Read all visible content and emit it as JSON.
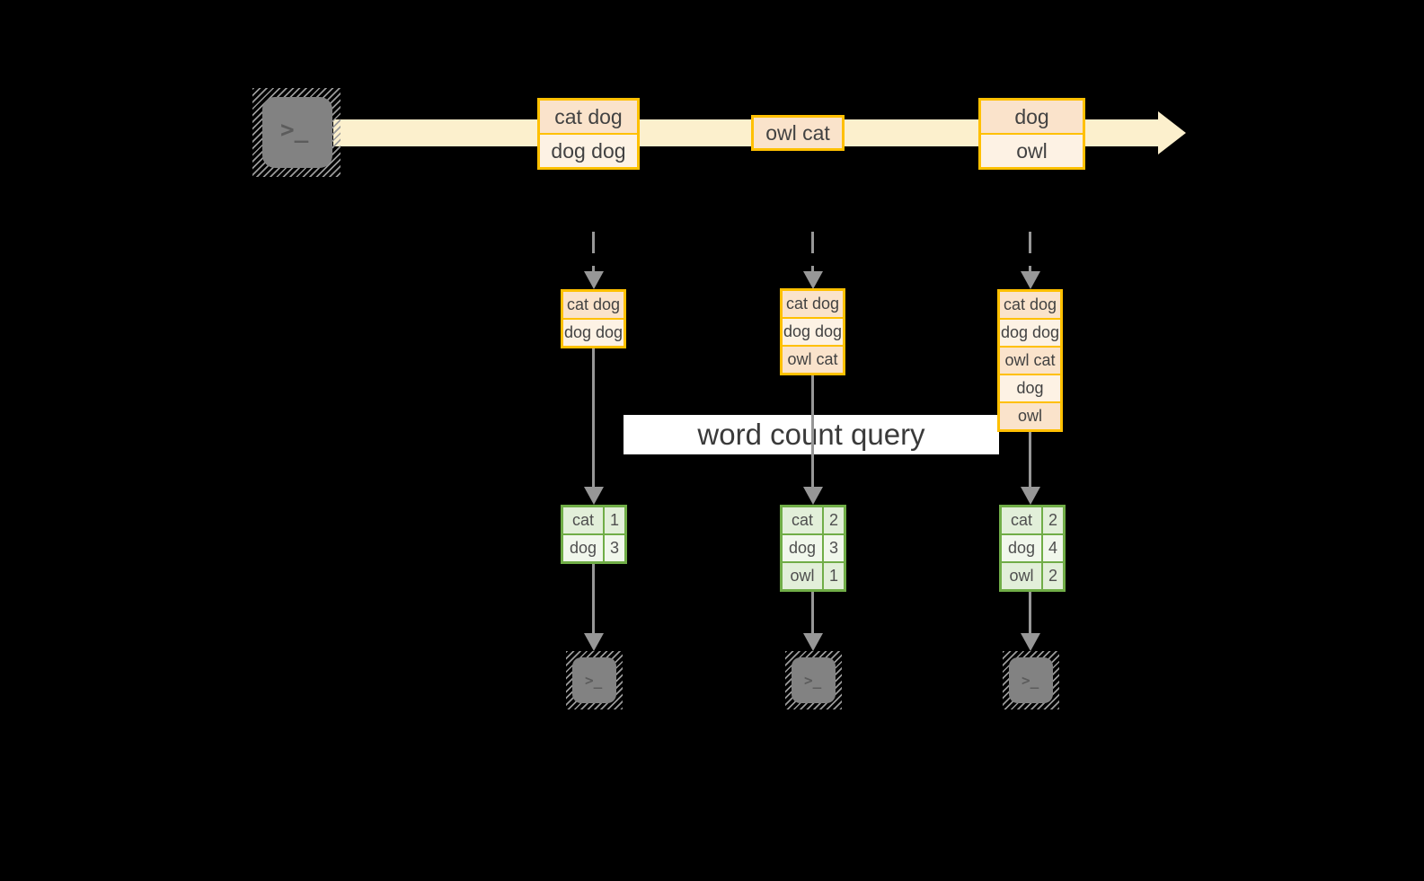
{
  "diagram": {
    "terminal_glyph": ">_",
    "banner": {
      "label": "word count query"
    },
    "colors": {
      "bg": "#000000",
      "gold": "#FFC000",
      "peach": "#FAE3CB",
      "cream": "#FDF2E4",
      "band": "#FCF0CD",
      "green": "#70AD47",
      "green_row_a": "#E2EFD9",
      "green_row_b": "#F1F7EC",
      "gray_arrow": "#979797",
      "term_gray": "#828282",
      "term_glyph": "#5C5C5C",
      "ink": "#424242",
      "banner_bg": "#FFFFFF",
      "banner_ink": "#3A3A3A"
    },
    "stream": {
      "messages": [
        {
          "lines": [
            "cat dog",
            "dog dog"
          ]
        },
        {
          "lines": [
            "owl cat"
          ]
        },
        {
          "lines": [
            "dog",
            "owl"
          ]
        }
      ]
    },
    "columns": [
      {
        "buffer": [
          "cat dog",
          "dog dog"
        ],
        "counts": [
          {
            "word": "cat",
            "count": 1
          },
          {
            "word": "dog",
            "count": 3
          }
        ]
      },
      {
        "buffer": [
          "cat dog",
          "dog dog",
          "owl cat"
        ],
        "counts": [
          {
            "word": "cat",
            "count": 2
          },
          {
            "word": "dog",
            "count": 3
          },
          {
            "word": "owl",
            "count": 1
          }
        ]
      },
      {
        "buffer": [
          "cat dog",
          "dog dog",
          "owl cat",
          "dog",
          "owl"
        ],
        "counts": [
          {
            "word": "cat",
            "count": 2
          },
          {
            "word": "dog",
            "count": 4
          },
          {
            "word": "owl",
            "count": 2
          }
        ]
      }
    ]
  }
}
